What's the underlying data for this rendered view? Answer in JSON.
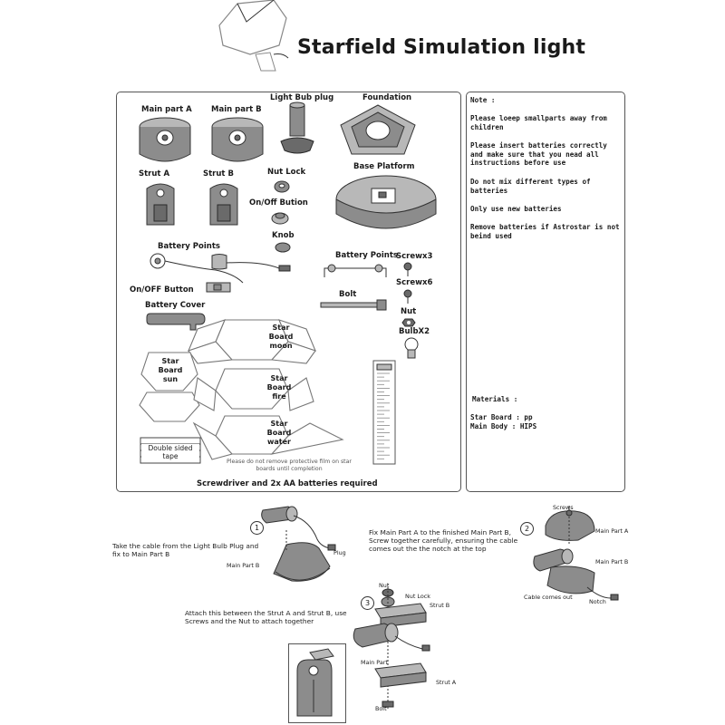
{
  "header": {
    "title": "Starfield Simulation light"
  },
  "parts": {
    "main_part_a": "Main part A",
    "main_part_b": "Main part B",
    "light_bulb_plug": "Light Bub plug",
    "foundation": "Foundation",
    "strut_a": "Strut A",
    "strut_b": "Strut B",
    "nut_lock": "Nut Lock",
    "base_platform": "Base Platform",
    "on_off_button_1": "On/Off Bution",
    "knob": "Knob",
    "battery_points_1": "Battery Points",
    "on_off_button_2": "On/OFF Button",
    "battery_points_2": "Battery Points",
    "screw_x3": "Screwx3",
    "bolt": "Bolt",
    "screw_x6": "Screwx6",
    "battery_cover": "Battery Cover",
    "nut": "Nut",
    "bulb_x2": "BulbX2",
    "star_board_moon": "Star Board moon",
    "star_board_sun": "Star Board sun",
    "star_board_fire": "Star Board fire",
    "star_board_water": "Star Board water",
    "double_sided_tape": "Double sided tape",
    "protective_film_note": "Please do not remove protective film on star boards until completion",
    "footer_requirement": "Screwdriver and 2x AA batteries required"
  },
  "notes": {
    "heading": "Note :",
    "items": [
      "Please loeep smallparts away from children",
      "Please insert batteries correctly and make sure that you nead all instructions before use",
      "Do not mix different types of batteries",
      "Only use new batteries",
      "Remove batteries if Astrostar is not beind used"
    ],
    "materials_heading": "Materials :",
    "materials": [
      "Star Board : pp",
      "Main Body : HIPS"
    ]
  },
  "steps": {
    "step1": {
      "number": "1",
      "caption": "Take the cable from the Light Bulb Plug and fix to Main Part B",
      "tags": {
        "plug": "Plug",
        "main_part_b": "Main Part B"
      }
    },
    "step2": {
      "number": "2",
      "caption": "Fix Main Part A to the finished Main Part B, Screw together carefully, ensuring the cable comes out the the notch at the top",
      "tags": {
        "screws": "Screws",
        "main_part_a": "Main Part A",
        "main_part_b": "Main Part B",
        "cable": "Cable comes out",
        "notch": "Notch"
      }
    },
    "step3": {
      "number": "3",
      "caption": "Attach this between the Strut A and Strut B, use Screws and the Nut to attach together",
      "tags": {
        "nut": "Nut",
        "nut_lock": "Nut Lock",
        "strut_b": "Strut B",
        "main_part": "Main Part",
        "strut_a": "Strut A",
        "bolt": "Bolt"
      }
    }
  }
}
